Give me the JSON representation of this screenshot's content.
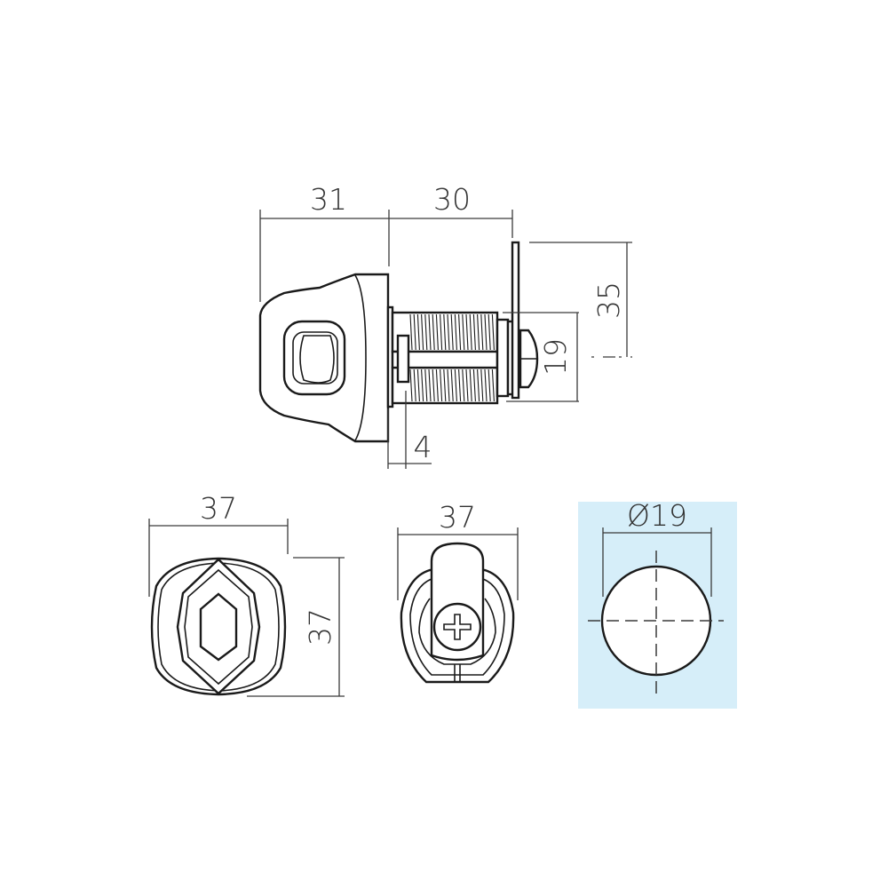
{
  "drawing": {
    "subject": "cam lock technical drawing",
    "units": "mm",
    "colors": {
      "line": "#1a1a1a",
      "dimension": "#3a3a3a",
      "text": "#333333",
      "highlight_panel": "#d6eef9",
      "background": "#ffffff"
    }
  },
  "side_view": {
    "dimensions": {
      "head_length": "31",
      "body_length": "30",
      "cam_height": "35",
      "thread_diameter": "19",
      "flange_thickness": "4"
    }
  },
  "front_view": {
    "dimensions": {
      "width": "37",
      "height": "37"
    }
  },
  "back_view": {
    "dimensions": {
      "width": "37"
    }
  },
  "cutout_view": {
    "dimensions": {
      "hole_diameter": "Ø19"
    }
  }
}
